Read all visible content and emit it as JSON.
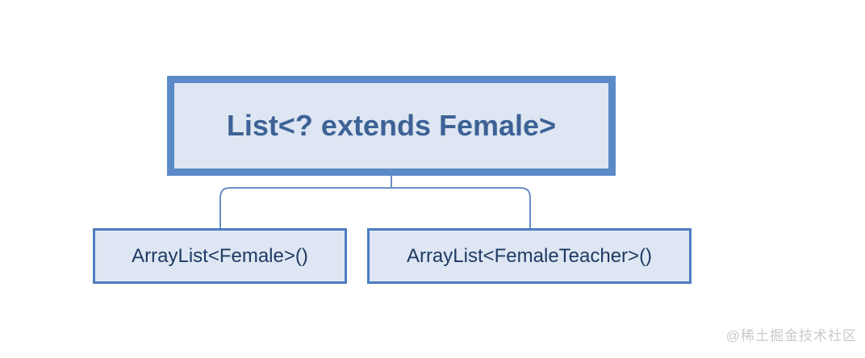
{
  "diagram": {
    "parent": {
      "label": "List<? extends Female>"
    },
    "children": [
      {
        "label": "ArrayList<Female>()"
      },
      {
        "label": "ArrayList<FemaleTeacher>()"
      }
    ],
    "connector": {
      "type": "tree-bracket",
      "from": "parent",
      "to": [
        "child-left",
        "child-right"
      ]
    }
  },
  "watermark": {
    "text": "@稀土掘金技术社区"
  },
  "colors": {
    "background": "#ffffff",
    "box_fill": "#dde6f2",
    "parent_border": "#5b8ac8",
    "parent_text": "#3d6296",
    "child_border": "#4d7dc2",
    "child_text": "#1f3a64",
    "connector": "#6b8fc7",
    "watermark_text": "#c9c9c9"
  }
}
